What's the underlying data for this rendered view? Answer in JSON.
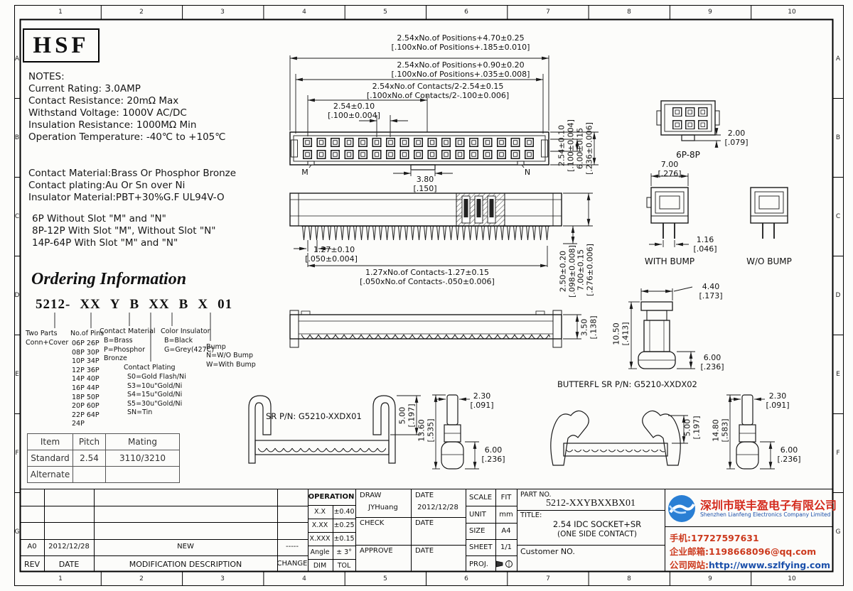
{
  "frame": {
    "cols": [
      "1",
      "2",
      "3",
      "4",
      "5",
      "6",
      "7",
      "8",
      "9",
      "10"
    ],
    "rows": [
      "A",
      "B",
      "C",
      "D",
      "E",
      "F",
      "G"
    ]
  },
  "logo": "HSF",
  "notes": {
    "title": "NOTES:",
    "electrical": [
      "Current Rating: 3.0AMP",
      "Contact Resistance: 20mΩ Max",
      "Withstand Voltage: 1000V AC/DC",
      "Insulation Resistance: 1000MΩ Min",
      "Operation Temperature: -40℃ to +105℃"
    ],
    "materials": [
      "Contact Material:Brass Or Phosphor Bronze",
      "Contact plating:Au Or Sn over Ni",
      "Insulator Material:PBT+30%G.F UL94V-O"
    ],
    "slots": [
      "6P Without Slot \"M\" and \"N\"",
      "8P-12P With Slot \"M\", Without Slot \"N\"",
      "14P-64P With Slot \"M\" and \"N\""
    ]
  },
  "ordering": {
    "title": "Ordering Information",
    "code_parts": [
      "5212-",
      "XX",
      "Y",
      "B",
      "XX",
      "B",
      "X",
      "01"
    ],
    "two_parts": [
      "Two Parts",
      "Conn+Cover"
    ],
    "pins_title": "No.of Pins",
    "pins": [
      "06P 26P",
      "08P 30P",
      "10P 34P",
      "12P 36P",
      "14P 40P",
      "16P 44P",
      "18P 50P",
      "20P 60P",
      "22P 64P",
      "24P"
    ],
    "contact_material_title": "Contact Material",
    "contact_material": [
      "B=Brass",
      "P=Phosphor",
      "Bronze"
    ],
    "plating_title": "Contact Plating",
    "plating": [
      "S0=Gold Flash/Ni",
      "S3=10u\"Gold/Ni",
      "S4=15u\"Gold/Ni",
      "S5=30u\"Gold/Ni",
      "SN=Tin"
    ],
    "color_title": "Color Insulator",
    "colors": [
      "B=Black",
      "G=Grey(427C)"
    ],
    "bump_title": "Bump",
    "bump": [
      "N=W/O Bump",
      "W=With Bump"
    ]
  },
  "pitch_table": {
    "headers": [
      "Item",
      "Pitch",
      "Mating"
    ],
    "row1": [
      "Standard",
      "2.54",
      "3110/3210"
    ],
    "row2": [
      "Alternate",
      "",
      ""
    ]
  },
  "labels": {
    "m": "M",
    "n": "N",
    "p68": "6P-8P",
    "with_bump": "WITH BUMP",
    "wo_bump": "W/O BUMP",
    "sr1": "SR P/N: G5210-XXDX01",
    "sr2": "BUTTERFL SR P/N: G5210-XXDX02"
  },
  "dims": {
    "pos_outer_mm": "2.54xNo.of  Positions+4.70±0.25",
    "pos_outer_in": "[.100xNo.of  Positions+.185±0.010]",
    "pos_inner_mm": "2.54xNo.of  Positions+0.90±0.20",
    "pos_inner_in": "[.100xNo.of  Positions+.035±0.008]",
    "contacts_half_mm": "2.54xNo.of  Contacts/2-2.54±0.15",
    "contacts_half_in": "[.100xNo.of  Contacts/2-.100±0.006]",
    "pitch_mm": "2.54±0.10",
    "pitch_in": "[.100±0.004]",
    "tab_mm": "3.80",
    "tab_in": "[.150]",
    "row_pitch_mm": "2.54±0.10",
    "row_pitch_in": "[.100±0.004]",
    "body_w_mm": "6.00±0.15",
    "body_w_in": "[.236±0.006]",
    "p68_mm": "2.00",
    "p68_in": "[.079]",
    "bump_w_mm": "7.00",
    "bump_w_in": "[.276]",
    "bump_pin_mm": "1.16",
    "bump_pin_in": "[.046]",
    "idc_pitch_mm": "1.27±0.10",
    "idc_pitch_in": "[.050±0.004]",
    "idc_span_mm": "1.27xNo.of  Contacts-1.27±0.15",
    "idc_span_in": "[.050xNo.of  Contacts-.050±0.006]",
    "tail_mm": "2.50±0.20",
    "tail_in": "[.098±0.008]",
    "comb_h_mm": "7.00±0.15",
    "comb_h_in": "[.276±0.006]",
    "prof_mm": "3.50",
    "prof_in": "[.138]",
    "side_top_mm": "4.40",
    "side_top_in": "[.173]",
    "side_h_mm": "10.50",
    "side_h_in": "[.413]",
    "side_bot_mm": "6.00",
    "side_bot_in": "[.236]",
    "sr1_h_mm": "5.00",
    "sr1_h_in": "[.197]",
    "srm_w_mm": "2.30",
    "srm_w_in": "[.091]",
    "srm_h_mm": "13.60",
    "srm_h_in": "[.535]",
    "srm_b_mm": "6.00",
    "srm_b_in": "[.236]",
    "sr2_h_mm": "5.00",
    "sr2_h_in": "[.197]",
    "srr_w_mm": "2.30",
    "srr_w_in": "[.091]",
    "srr_h_mm": "14.80",
    "srr_h_in": "[.583]",
    "srr_b_mm": "6.00",
    "srr_b_in": "[.236]"
  },
  "titleblock": {
    "operation": "OPERATION",
    "tol_rows": [
      [
        "X.X",
        "±0.40"
      ],
      [
        "X.XX",
        "±0.25"
      ],
      [
        "X.XXX",
        "±0.15"
      ],
      [
        "Angle",
        "± 3°"
      ],
      [
        "DIM",
        "TOL"
      ]
    ],
    "draw_label": "DRAW",
    "draw_value": "JYHuang",
    "date_label": "DATE",
    "draw_date": "2012/12/28",
    "check_label": "CHECK",
    "approve_label": "APPROVE",
    "scale_label": "SCALE",
    "scale_value": "FIT",
    "unit_label": "UNIT",
    "unit_value": "mm",
    "size_label": "SIZE",
    "size_value": "A4",
    "sheet_label": "SHEET",
    "sheet_value": "1/1",
    "proj_label": "PROJ.",
    "part_no_label": "PART NO.",
    "part_no": "5212-XXYBXXBX01",
    "title_label": "TITLE:",
    "title_line1": "2.54 IDC SOCKET+SR",
    "title_line2": "(ONE SIDE CONTACT)",
    "customer_label": "Customer  NO.",
    "company_cn": "深圳市联丰盈电子有限公司",
    "company_en": "Shenzhen Lianfeng Electronics Company Limited",
    "phone": "手机:17727597631",
    "email": "企业邮箱:1198668096@qq.com",
    "website_label": "公司网站:",
    "website": "http://www.szlfying.com",
    "rev_headers": [
      "REV",
      "DATE",
      "MODIFICATION  DESCRIPTION",
      "CHANGE"
    ],
    "rev_row": [
      "A0",
      "2012/12/28",
      "NEW",
      "-----"
    ]
  }
}
